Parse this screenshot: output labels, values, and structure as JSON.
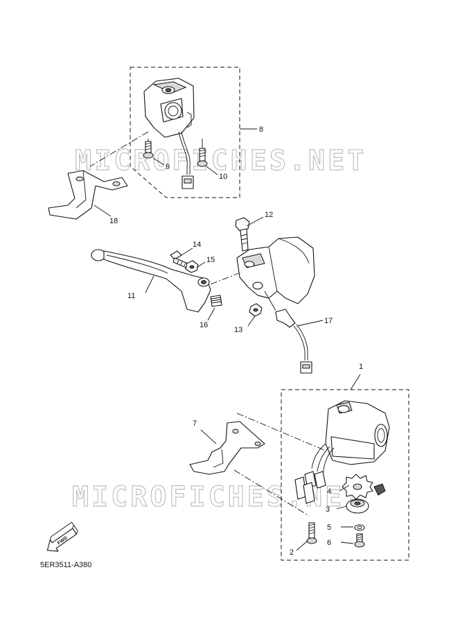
{
  "watermark_text": "MICROFICHES.NET",
  "diagram_code": "5ER3511-A380",
  "fwd_label": "FWD",
  "callouts": {
    "p1": "1",
    "p2": "2",
    "p3": "3",
    "p4": "4",
    "p5": "5",
    "p6": "6",
    "p7": "7",
    "p8": "8",
    "p9": "9",
    "p10": "10",
    "p11": "11",
    "p12": "12",
    "p13": "13",
    "p14": "14",
    "p15": "15",
    "p16": "16",
    "p17": "17",
    "p18": "18"
  }
}
